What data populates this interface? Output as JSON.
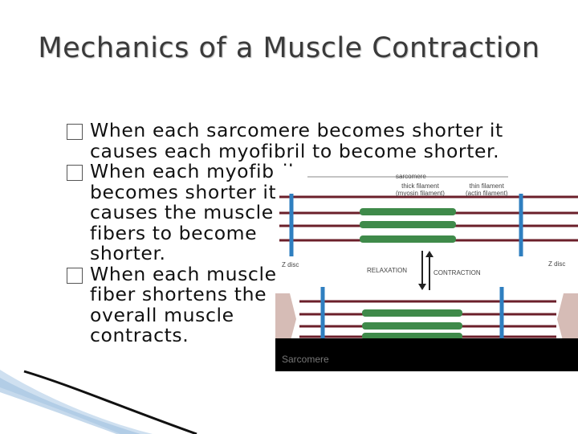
{
  "slide": {
    "title": "Mechanics of a Muscle Contraction",
    "bullets": [
      "When each sarcomere becomes shorter it causes each myofibril to become shorter.",
      "When each myofibril becomes shorter it causes the muscle fibers to become shorter.",
      "When each muscle fiber shortens the overall muscle contracts."
    ]
  },
  "figure": {
    "sarcomere_label": "sarcomere",
    "thick_filament": "thick filament\n(myosin filament)",
    "thin_filament": "thin filament\n(actin filament)",
    "z_disc_left": "Z disc",
    "z_disc_right": "Z disc",
    "relaxation": "RELAXATION",
    "contraction": "CONTRACTION",
    "banner": "Sarcomere"
  },
  "colors": {
    "title": "#3a3a3a",
    "z_line": "#2f7fc0",
    "thick_filament": "#3f8a4a",
    "thin_filament": "#6b1f2a",
    "arrow": "#d6bcb6"
  }
}
